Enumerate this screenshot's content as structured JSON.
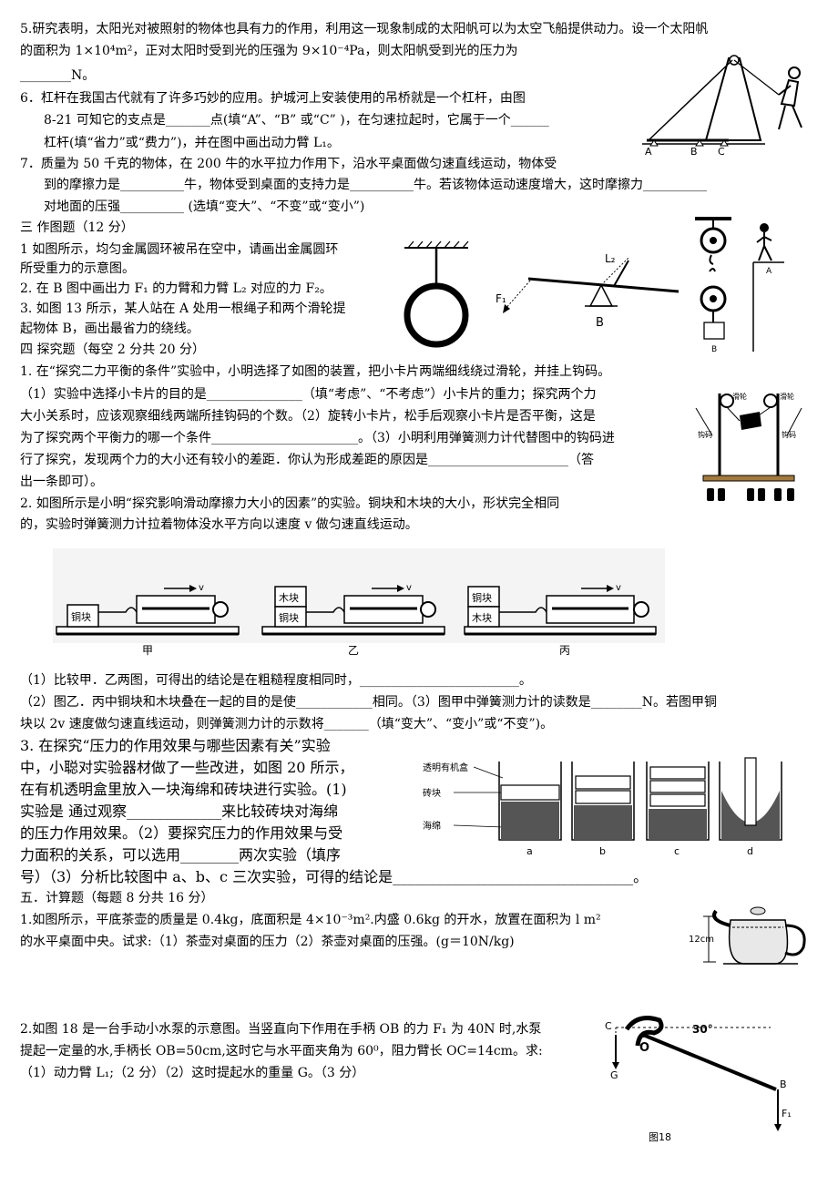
{
  "q5": {
    "l1": "5.研究表明，太阳光对被照射的物体也具有力的作用，利用这一现象制成的太阳帆可以为太空飞船提供动力。设一个太阳帆",
    "l2": "的面积为 1×10⁴m²，正对太阳时受到光的压强为 9×10⁻⁴Pa，则太阳帆受到光的压力为",
    "l3": "________N。"
  },
  "q6": {
    "l1": "6．杠杆在我国古代就有了许多巧妙的应用。护城河上安装使用的吊桥就是一个杠杆，由图",
    "l2": "8-21 可知它的支点是_______点(填“A”、“B” 或“C” )，在匀速拉起时，它属于一个______",
    "l3": "杠杆(填“省力”或“费力”)，并在图中画出动力臂 L₁。"
  },
  "q7": {
    "l1": "7．质量为 50 千克的物体，在 200 牛的水平拉力作用下，沿水平桌面做匀速直线运动，物体受",
    "l2": "到的摩擦力是__________牛，物体受到桌面的支持力是__________牛。若该物体运动速度增大，这时摩擦力__________",
    "l3": "对地面的压强__________ (选填“变大”、“不变”或“变小”)"
  },
  "s3": {
    "title": "三 作图题（12 分）",
    "p1a": "1 如图所示，均匀金属圆环被吊在空中，请画出金属圆环",
    "p1b": "所受重力的示意图。",
    "p2": "2.  在 B 图中画出力 F₁ 的力臂和力臂 L₂ 对应的力 F₂。",
    "p3a": "3.  如图 13 所示，某人站在 A 处用一根绳子和两个滑轮提",
    "p3b": "起物体 B，画出最省力的绕线。"
  },
  "s4": {
    "title": "四 探究题（每空 2 分共 20 分）",
    "q1l1": "1. 在“探究二力平衡的条件”实验中，小明选择了如图的装置，把小卡片两端细线绕过滑轮，并挂上钩码。",
    "q1l2": "（1）实验中选择小卡片的目的是_______________（填“考虑”、“不考虑”）小卡片的重力；探究两个力",
    "q1l3": "大小关系时，应该观察细线两端所挂钩码的个数。（2）旋转小卡片，松手后观察小卡片是否平衡，这是",
    "q1l4": "为了探究两个平衡力的哪一个条件_______________________。（3）小明利用弹簧测力计代替图中的钩码进",
    "q1l5": "行了探究，发现两个力的大小还有较小的差距．你认为形成差距的原因是______________________（答",
    "q1l6": "出一条即可）。",
    "q2l1": "2.  如图所示是小明“探究影响滑动摩擦力大小的因素”的实验。铜块和木块的大小，形状完全相同",
    "q2l2": "的，实验时弹簧测力计拉着物体没水平方向以速度 v 做匀速直线运动。",
    "q2a1": "（1）比较甲．乙两图，可得出的结论是在粗糙程度相同时，_________________________。",
    "q2a2": "（2）图乙．丙中铜块和木块叠在一起的目的是使____________相同。（3）图甲中弹簧测力计的读数是________N。若图甲铜",
    "q2a3": "块以 2v 速度做匀速直线运动，则弹簧测力计的示数将_______（填“变大”、“变小”或“不变”)。",
    "q3l1": "3.   在探究“压力的作用效果与哪些因素有关”实验",
    "q3l2": "中，小聪对实验器材做了一些改进，如图 20 所示，",
    "q3l3": "在有机透明盒里放入一块海绵和砖块进行实验。(1)",
    "q3l4": "实验是 通过观察_____________来比较砖块对海绵",
    "q3l5": "的压力作用效果。（2）要探究压力的作用效果与受",
    "q3l6": "力面积的关系，可以选用________两次实验（填序",
    "q3l7": "号）（3）分析比较图中 a、b、c 三次实验，可得的结论是_________________________________。"
  },
  "s5": {
    "title": "五．计算题（每题 8 分共 16 分）",
    "q1l1": "1.如图所示，平底茶壶的质量是 0.4kg，底面积是 4×10⁻³m².内盛 0.6kg 的开水，放置在面积为 l m²",
    "q1l2": "的水平桌面中央。试求:（1）茶壶对桌面的压力（2）茶壶对桌面的压强。(g＝10N/kg)",
    "q2l1": "2.如图 18 是一台手动小水泵的示意图。当竖直向下作用在手柄 OB 的力 F₁ 为 40N 时,水泵",
    "q2l2": "提起一定量的水,手柄长 OB=50cm,这时它与水平面夹角为 60⁰，阻力臂长 OC=14cm。求:",
    "q2l3": "（1）动力臂 L₁;（2 分）（2）这时提起水的重量 G。（3 分）"
  },
  "fig": {
    "bridge": {
      "a": "A",
      "b": "B",
      "c": "C"
    },
    "lever": {
      "l2": "L₂",
      "f1": "F₁",
      "b": "B"
    },
    "pulley": {
      "a": "A",
      "b": "B"
    },
    "balance": {
      "left": "滑轮",
      "right": "滑轮",
      "l2": "钩码",
      "r2": "钩码"
    },
    "friction": {
      "jia": "甲",
      "yi": "乙",
      "bing": "丙",
      "copper": "铜块",
      "wood": "木块",
      "v": "v"
    },
    "sponge": {
      "box": "透明有机盒",
      "brick": "砖块",
      "sponge": "海绵",
      "a": "a",
      "b": "b",
      "c": "c",
      "d": "d"
    },
    "teapot": {
      "h": "12cm"
    },
    "pump": {
      "c": "C",
      "o": "O",
      "angle": "30°",
      "g": "G",
      "b": "B",
      "f1": "F₁",
      "cap": "图18"
    }
  }
}
